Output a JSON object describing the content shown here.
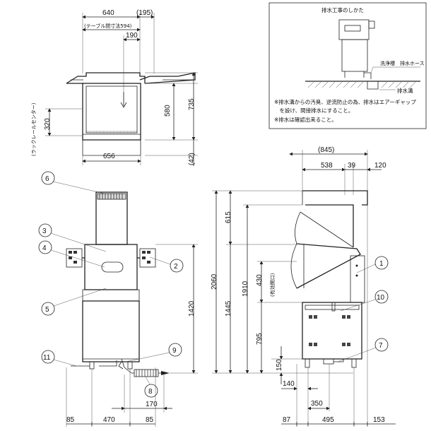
{
  "top_view": {
    "dim_width": "640",
    "dim_offset": "(195)",
    "dim_table": "(テーブル間寸法594)",
    "dim_190": "190",
    "dim_depth_580": "580",
    "dim_depth_735": "735",
    "dim_rail": "320",
    "rail_label": "(ラックレールセンター)",
    "dim_656": "656",
    "dim_42": "(42)"
  },
  "drain_box": {
    "title": "排水工事のしかた",
    "label_hose": "洗浄槽　排水ホース",
    "label_trench": "排水溝",
    "note1": "※排水溝からの汚臭、逆流防止の為、排水はエアーギャップ",
    "note2": "　を設け、間接排水にすること。",
    "note3": "※排水は確認出来ること。"
  },
  "front_view": {
    "callouts": [
      "6",
      "3",
      "4",
      "2",
      "5",
      "11",
      "9",
      "8"
    ],
    "dim_1420": "1420",
    "dim_170": "170",
    "bottom_dims": [
      "85",
      "470",
      "85"
    ]
  },
  "side_view": {
    "dim_845": "(845)",
    "dim_538": "538",
    "dim_39": "39",
    "dim_120": "120",
    "dim_615": "615",
    "dim_2060": "2060",
    "dim_1910": "1910",
    "dim_1445": "1445",
    "dim_430": "430",
    "dim_open": "(有効開口)",
    "dim_795": "795",
    "dim_150": "150",
    "dim_140": "140",
    "dim_350": "350",
    "bottom_dims": [
      "87",
      "495",
      "153"
    ],
    "callouts": [
      "1",
      "10",
      "7"
    ]
  }
}
